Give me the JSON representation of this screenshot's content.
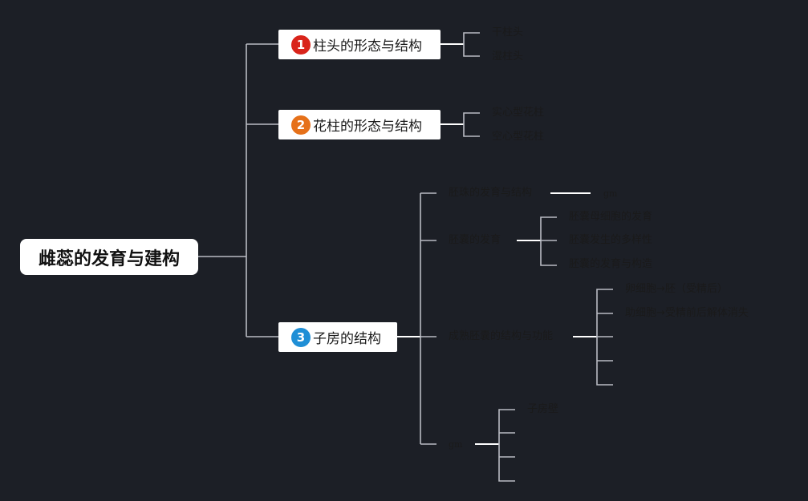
{
  "root": {
    "title": "雌蕊的发育与建构"
  },
  "topics": [
    {
      "badge": "1",
      "badge_color": "#d9241b",
      "label": "柱头的形态与结构",
      "children": [
        "干柱头",
        "湿柱头"
      ]
    },
    {
      "badge": "2",
      "badge_color": "#e6711a",
      "label": "花柱的形态与结构",
      "children": [
        "实心型花柱",
        "空心型花柱"
      ]
    },
    {
      "badge": "3",
      "badge_color": "#1f8fd6",
      "label": "子房的结构",
      "children": [
        {
          "label": "胚珠的发育与结构",
          "children": [
            "gm"
          ]
        },
        {
          "label": "胚囊的发育",
          "children": [
            "胚囊母细胞的发育",
            "胚囊发生的多样性",
            "胚囊的发育与构造"
          ]
        },
        {
          "label": "成熟胚囊的结构与功能",
          "children": [
            "卵细胞→胚（受精后）",
            "助细胞→受精前后解体消失",
            "",
            "",
            ""
          ]
        },
        {
          "label": "gm",
          "children": [
            "子房壁",
            "",
            "",
            ""
          ]
        }
      ]
    }
  ]
}
